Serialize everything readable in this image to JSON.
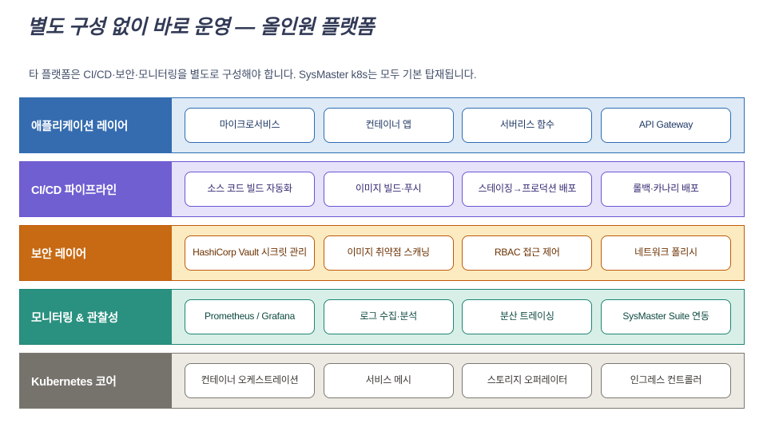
{
  "header": {
    "title": "별도 구성 없이 바로 운영 — 올인원 플랫폼",
    "subtitle": "타 플랫폼은 CI/CD·보안·모니터링을 별도로 구성해야 합니다. SysMaster k8s는 모두 기본 탑재됩니다."
  },
  "colors": {
    "title_text": "#323A56",
    "subtitle_text": "#44506B",
    "app_accent": "#356CB0",
    "app_fill": "#DEEAF6",
    "cicd_accent": "#6F5FD1",
    "cicd_fill": "#E5E2FA",
    "security_accent": "#C76A13",
    "security_fill": "#FCEBC0",
    "monitoring_accent": "#2A9180",
    "monitoring_fill": "#D8EFE7",
    "k8s_accent": "#76736C",
    "k8s_fill": "#EDEAE4"
  },
  "layers": [
    {
      "id": "application",
      "label": "애플리케이션 레이어",
      "items": [
        "마이크로서비스",
        "컨테이너 앱",
        "서버리스 함수",
        "API Gateway"
      ]
    },
    {
      "id": "cicd",
      "label": "CI/CD 파이프라인",
      "items": [
        "소스 코드 빌드 자동화",
        "이미지 빌드·푸시",
        "스테이징→프로덕션 배포",
        "롤백·카나리 배포"
      ]
    },
    {
      "id": "security",
      "label": "보안 레이어",
      "items": [
        "HashiCorp Vault 시크릿 관리",
        "이미지 취약점 스캐닝",
        "RBAC 접근 제어",
        "네트워크 폴리시"
      ]
    },
    {
      "id": "monitoring",
      "label": "모니터링 & 관찰성",
      "items": [
        "Prometheus / Grafana",
        "로그 수집·분석",
        "분산 트레이싱",
        "SysMaster Suite 연동"
      ]
    },
    {
      "id": "kubernetes",
      "label": "Kubernetes 코어",
      "items": [
        "컨테이너 오케스트레이션",
        "서비스 메시",
        "스토리지 오퍼레이터",
        "인그레스 컨트롤러"
      ]
    }
  ]
}
